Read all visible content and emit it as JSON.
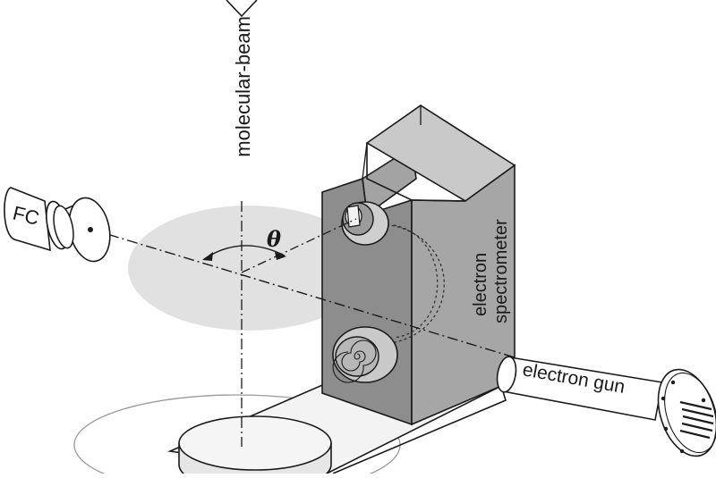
{
  "labels": {
    "molecular_beam": "molecular-beam",
    "fc": "FC",
    "theta": "θ",
    "spectrometer_line1": "electron",
    "spectrometer_line2": "spectrometer",
    "electron_gun": "electron gun"
  },
  "colors": {
    "stroke": "#1a1a1a",
    "plane_fill": "#e2e2e2",
    "box_front": "#8f8f8f",
    "box_side": "#a9a9a9",
    "box_top": "#c4c4c4",
    "base_top": "#f4f4f4",
    "base_side": "#e6e6e6"
  }
}
